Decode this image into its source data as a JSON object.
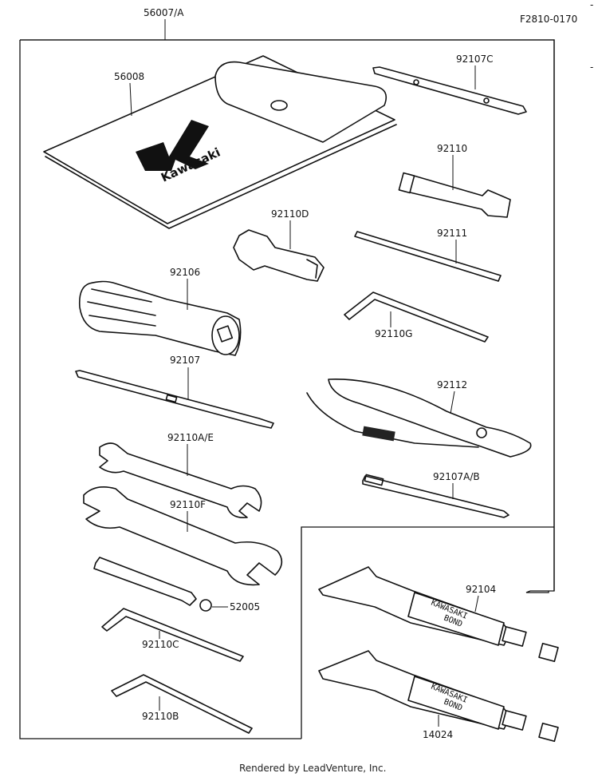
{
  "diagram_code": "F2810-0170",
  "kit_label": "56007/A",
  "footer": "Rendered by LeadVenture, Inc.",
  "logo_text": "Kawasaki",
  "tube_text": [
    "KAWASAKI",
    "BOND"
  ],
  "parts": {
    "p56008": "56008",
    "p92107C": "92107C",
    "p92110": "92110",
    "p92110D": "92110D",
    "p92111": "92111",
    "p92106": "92106",
    "p92110G": "92110G",
    "p92107": "92107",
    "p92112": "92112",
    "p92110AE": "92110A/E",
    "p92107AB": "92107A/B",
    "p92110F": "92110F",
    "p52005": "52005",
    "p92110C": "92110C",
    "p92110B": "92110B",
    "p92104": "92104",
    "p14024": "14024"
  }
}
